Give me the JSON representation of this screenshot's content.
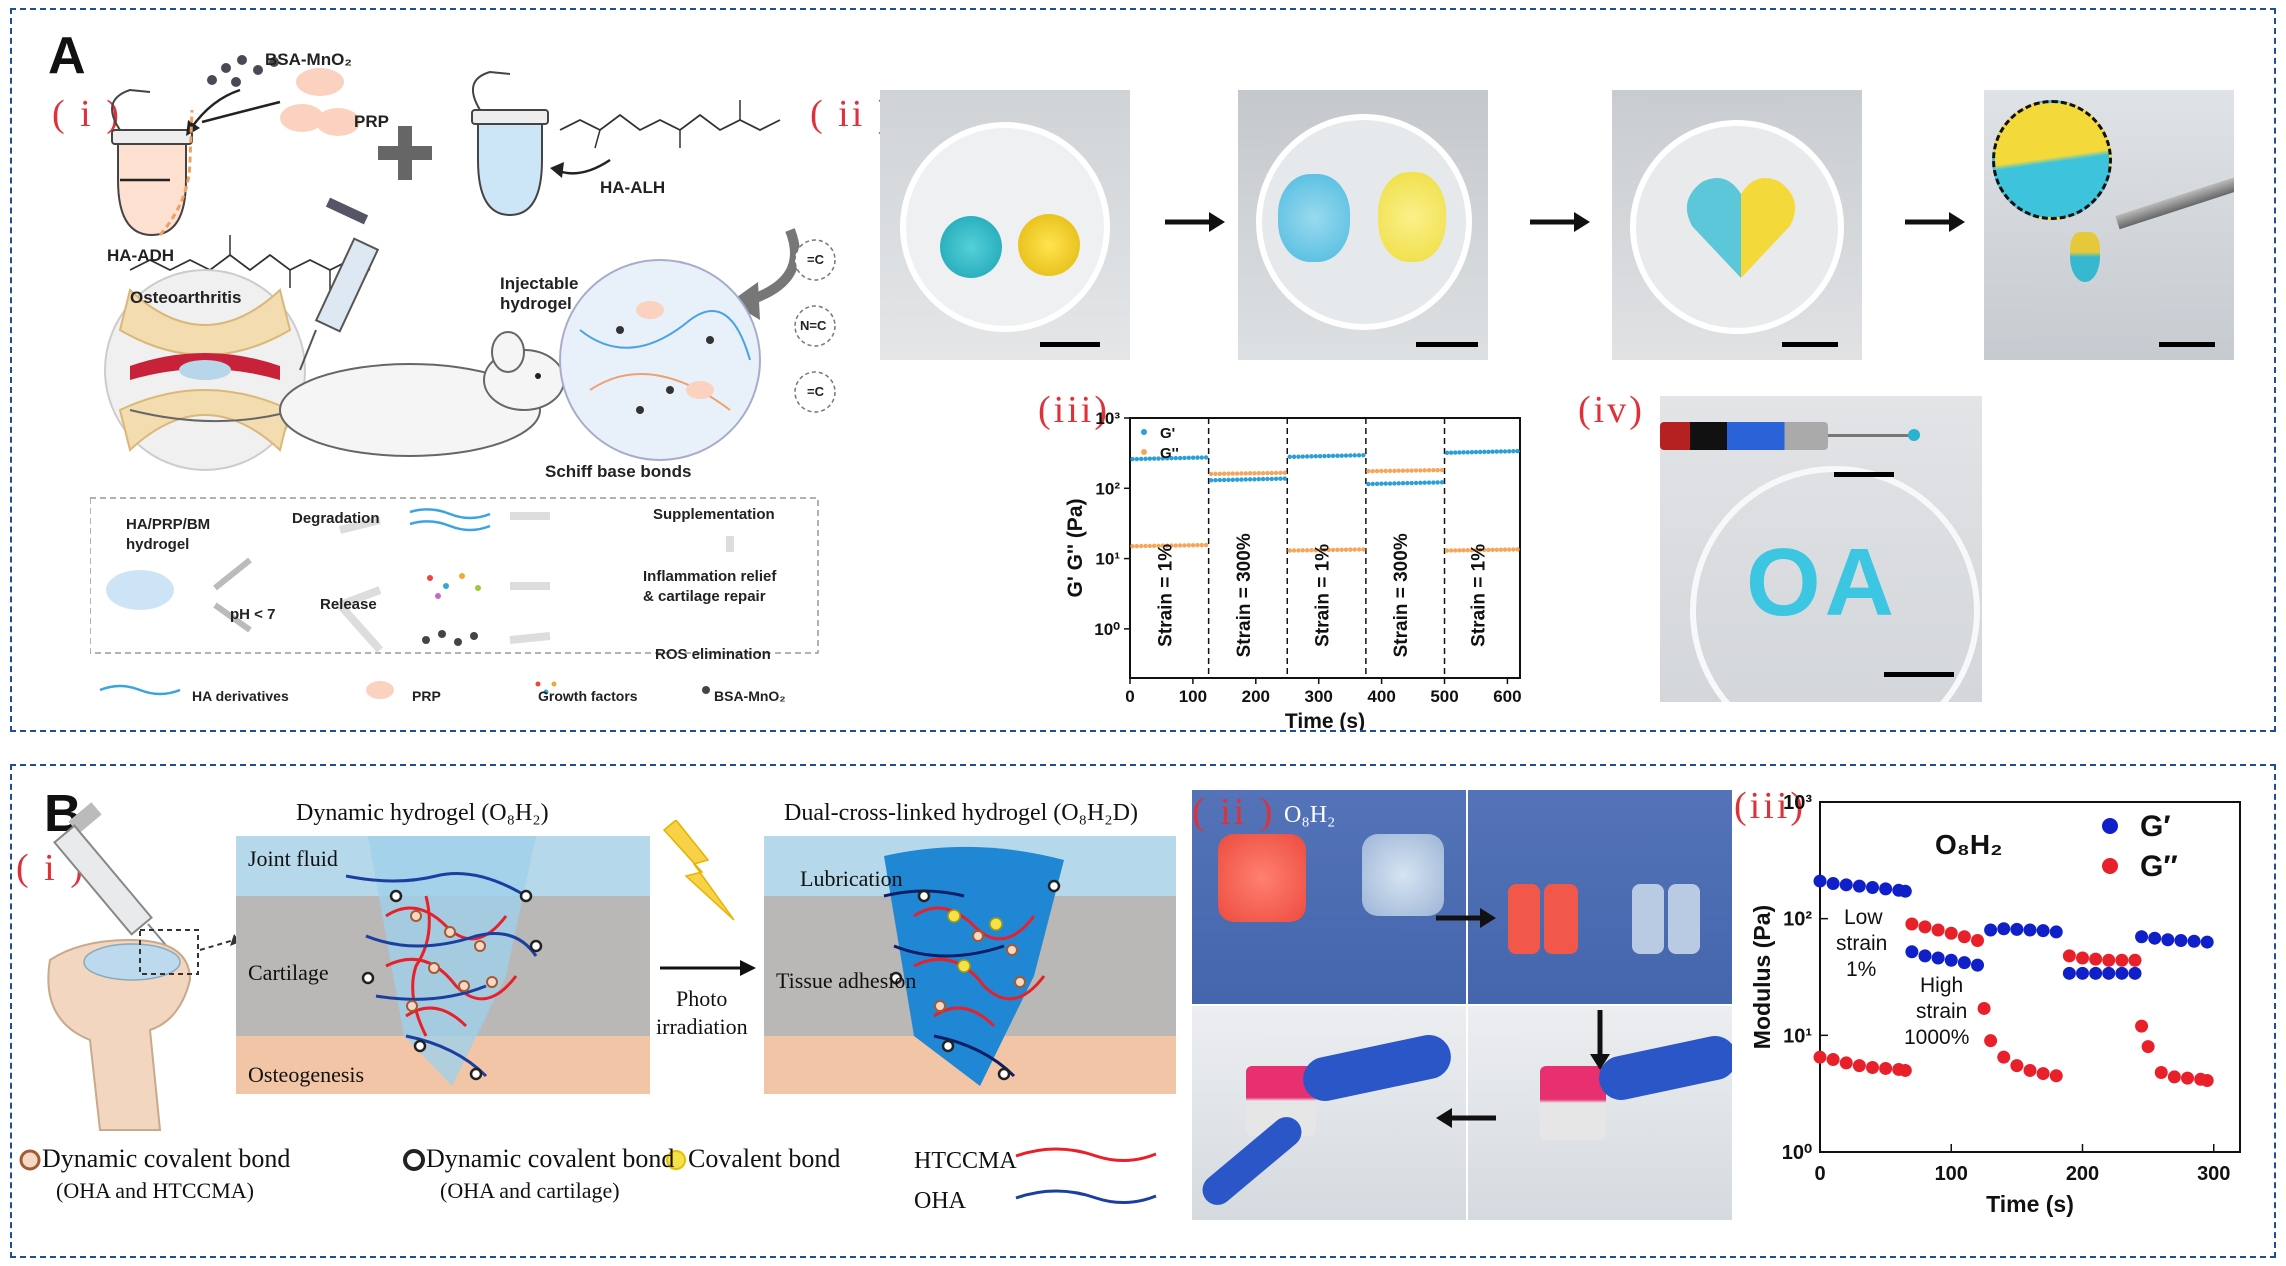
{
  "panelA": {
    "letter": "A",
    "roman_i": "( i )",
    "roman_ii": "( ii )",
    "roman_iii": "(iii)",
    "roman_iv": "(iv)",
    "labels": {
      "bsa_mno2_top": "BSA-MnO₂",
      "prp": "PRP",
      "ha_alh": "HA-ALH",
      "ha_adh": "HA-ADH",
      "injectable": "Injectable",
      "hydrogel": "hydrogel",
      "osteoarthritis": "Osteoarthritis",
      "schiff": "Schiff base bonds",
      "bond1": "=C",
      "bond2": "N=C",
      "bond3": "=C"
    },
    "flow": {
      "hydrogel_name_1": "HA/PRP/BM",
      "hydrogel_name_2": "hydrogel",
      "degradation": "Degradation",
      "release": "Release",
      "ph": "pH < 7",
      "supplementation": "Supplementation",
      "inflammation_1": "Inflammation relief",
      "inflammation_2": "& cartilage repair",
      "ros": "ROS elimination"
    },
    "legend": {
      "ha_derivatives": "HA derivatives",
      "prp": "PRP",
      "growth_factors": "Growth factors",
      "bsa_mno2": "BSA-MnO₂"
    },
    "oa_text": "OA"
  },
  "chart_data": [
    {
      "type": "scatter",
      "title": "",
      "xlabel": "Time (s)",
      "ylabel": "G' G'' (Pa)",
      "yscale": "log",
      "xlim": [
        0,
        620
      ],
      "ylim": [
        0.2,
        1000
      ],
      "xticks": [
        "0",
        "100",
        "200",
        "300",
        "400",
        "500",
        "600"
      ],
      "yticks": [
        "10⁰",
        "10¹",
        "10²",
        "10³"
      ],
      "legend": [
        "G'",
        "G''"
      ],
      "colors": {
        "G'": "#2a9fd8",
        "G''": "#f5a65b"
      },
      "segments": [
        {
          "label": "Strain = 1%",
          "x": [
            0,
            125
          ],
          "G'": 260,
          "G''": 15
        },
        {
          "label": "Strain = 300%",
          "x": [
            125,
            250
          ],
          "G'": 130,
          "G''": 160
        },
        {
          "label": "Strain = 1%",
          "x": [
            250,
            375
          ],
          "G'": 280,
          "G''": 13
        },
        {
          "label": "Strain = 300%",
          "x": [
            375,
            500
          ],
          "G'": 115,
          "G''": 175
        },
        {
          "label": "Strain = 1%",
          "x": [
            500,
            620
          ],
          "G'": 320,
          "G''": 13
        }
      ],
      "dividers": [
        125,
        250,
        375,
        500
      ]
    },
    {
      "type": "scatter",
      "title": "O₈H₂",
      "xlabel": "Time (s)",
      "ylabel": "Modulus (Pa)",
      "yscale": "log",
      "xlim": [
        0,
        320
      ],
      "ylim": [
        1,
        1000
      ],
      "xticks": [
        "0",
        "100",
        "200",
        "300"
      ],
      "yticks": [
        "10⁰",
        "10¹",
        "10²",
        "10³"
      ],
      "legend": [
        "G′",
        "G″"
      ],
      "colors": {
        "G′": "#1020c8",
        "G″": "#e8202a"
      },
      "series": [
        {
          "name": "G′",
          "points": [
            [
              0,
              210
            ],
            [
              10,
              200
            ],
            [
              20,
              195
            ],
            [
              30,
              190
            ],
            [
              40,
              185
            ],
            [
              50,
              180
            ],
            [
              60,
              175
            ],
            [
              65,
              172
            ],
            [
              70,
              52
            ],
            [
              80,
              48
            ],
            [
              90,
              46
            ],
            [
              100,
              44
            ],
            [
              110,
              42
            ],
            [
              120,
              40
            ],
            [
              130,
              80
            ],
            [
              140,
              82
            ],
            [
              150,
              81
            ],
            [
              160,
              80
            ],
            [
              170,
              79
            ],
            [
              180,
              77
            ],
            [
              190,
              34
            ],
            [
              200,
              34
            ],
            [
              210,
              34
            ],
            [
              220,
              34
            ],
            [
              230,
              34
            ],
            [
              240,
              34
            ],
            [
              245,
              70
            ],
            [
              255,
              68
            ],
            [
              265,
              66
            ],
            [
              275,
              65
            ],
            [
              285,
              64
            ],
            [
              295,
              63
            ]
          ]
        },
        {
          "name": "G″",
          "points": [
            [
              0,
              6.5
            ],
            [
              10,
              6.2
            ],
            [
              20,
              5.8
            ],
            [
              30,
              5.5
            ],
            [
              40,
              5.3
            ],
            [
              50,
              5.2
            ],
            [
              60,
              5.1
            ],
            [
              65,
              5.0
            ],
            [
              70,
              90
            ],
            [
              80,
              85
            ],
            [
              90,
              80
            ],
            [
              100,
              75
            ],
            [
              110,
              70
            ],
            [
              120,
              65
            ],
            [
              125,
              17
            ],
            [
              130,
              9
            ],
            [
              140,
              6.5
            ],
            [
              150,
              5.5
            ],
            [
              160,
              5
            ],
            [
              170,
              4.7
            ],
            [
              180,
              4.5
            ],
            [
              190,
              48
            ],
            [
              200,
              46
            ],
            [
              210,
              45
            ],
            [
              220,
              44
            ],
            [
              230,
              44
            ],
            [
              240,
              44
            ],
            [
              245,
              12
            ],
            [
              250,
              8
            ],
            [
              260,
              4.8
            ],
            [
              270,
              4.4
            ],
            [
              280,
              4.3
            ],
            [
              290,
              4.2
            ],
            [
              295,
              4.1
            ]
          ]
        }
      ],
      "annotations": [
        "Low",
        "strain",
        "1%",
        "High",
        "strain",
        "1000%"
      ]
    }
  ],
  "panelB": {
    "letter": "B",
    "roman_i": "( i )",
    "roman_ii": "( ii )",
    "roman_iii": "(iii)",
    "dynamic_title": "Dynamic hydrogel (O₈H₂)",
    "dual_title": "Dual-cross-linked hydrogel (O₈H₂D)",
    "joint_fluid": "Joint fluid",
    "cartilage": "Cartilage",
    "osteogenesis": "Osteogenesis",
    "lubrication": "Lubrication",
    "tissue_adhesion": "Tissue adhesion",
    "photo": "Photo",
    "irradiation": "irradiation",
    "photo_label": "O₈H₂",
    "legend": {
      "dyn1": "Dynamic covalent bond",
      "dyn1_sub": "(OHA and HTCCMA)",
      "dyn2": "Dynamic covalent bond",
      "dyn2_sub": "(OHA and cartilage)",
      "cov": "Covalent bond",
      "htccma": "HTCCMA",
      "oha": "OHA"
    }
  }
}
